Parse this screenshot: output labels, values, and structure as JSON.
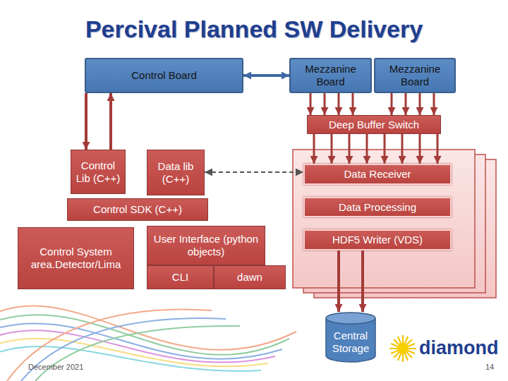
{
  "diagram": {
    "title": "Percival Planned SW Delivery",
    "nodes": [
      {
        "text": [
          "Control Board"
        ]
      },
      {
        "text": [
          "Mezzanine Board"
        ]
      },
      {
        "text": [
          "Mezzanine Board"
        ]
      },
      {
        "text": [
          "Deep Buffer Switch"
        ]
      },
      {
        "text": [
          "Control Lib (C++)"
        ]
      },
      {
        "text": [
          "Data lib (C++)"
        ]
      },
      {
        "text": [
          "Control SDK (C++)"
        ]
      },
      {
        "text": [
          "Control System area.Detector/Lima"
        ]
      },
      {
        "text": [
          "User Interface (python objects)"
        ]
      },
      {
        "text": [
          "CLI"
        ]
      },
      {
        "text": [
          "dawn"
        ]
      },
      {
        "text": [
          "Data Receiver"
        ]
      },
      {
        "text": [
          "Data Processing"
        ]
      },
      {
        "text": [
          "HDF5 Writer (VDS)"
        ]
      },
      {
        "text": [
          "Central Storage"
        ]
      }
    ],
    "edges": [
      {
        "from": 0,
        "to": 1,
        "arrow": "both"
      },
      {
        "from": 0,
        "to": 4,
        "arrow": "to"
      },
      {
        "from": 4,
        "to": 0,
        "arrow": "to"
      },
      {
        "from": 1,
        "to": 3,
        "arrow": "to"
      },
      {
        "from": 1,
        "to": 3,
        "arrow": "to"
      },
      {
        "from": 1,
        "to": 3,
        "arrow": "to"
      },
      {
        "from": 1,
        "to": 3,
        "arrow": "to"
      },
      {
        "from": 2,
        "to": 3,
        "arrow": "to"
      },
      {
        "from": 2,
        "to": 3,
        "arrow": "to"
      },
      {
        "from": 2,
        "to": 3,
        "arrow": "to"
      },
      {
        "from": 2,
        "to": 3,
        "arrow": "to"
      },
      {
        "from": 3,
        "to": 11,
        "arrow": "to"
      },
      {
        "from": 3,
        "to": 11,
        "arrow": "to"
      },
      {
        "from": 3,
        "to": 11,
        "arrow": "to"
      },
      {
        "from": 3,
        "to": 11,
        "arrow": "to"
      },
      {
        "from": 3,
        "to": 11,
        "arrow": "to"
      },
      {
        "from": 3,
        "to": 11,
        "arrow": "to"
      },
      {
        "from": 3,
        "to": 11,
        "arrow": "to"
      },
      {
        "from": 3,
        "to": 11,
        "arrow": "to"
      },
      {
        "from": 5,
        "to": 11,
        "arrow": "both"
      },
      {
        "from": 13,
        "to": 14,
        "arrow": "to"
      },
      {
        "from": 13,
        "to": 14,
        "arrow": "to"
      }
    ],
    "labels": [
      "December 2021",
      "14",
      "diamond"
    ]
  }
}
